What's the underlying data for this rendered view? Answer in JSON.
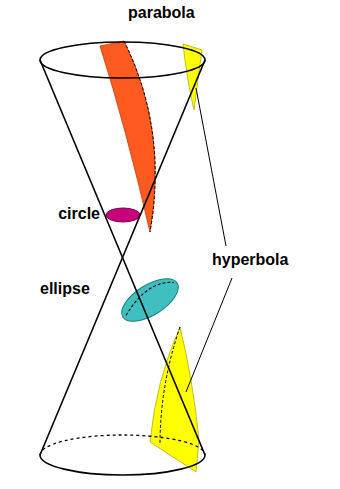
{
  "diagram": {
    "labels": [
      "parabola",
      "circle",
      "hyperbola",
      "ellipse"
    ]
  }
}
